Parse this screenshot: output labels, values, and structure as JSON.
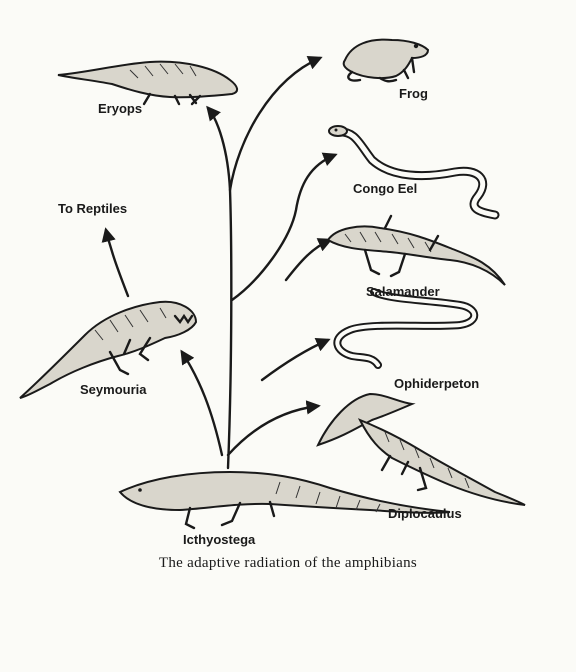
{
  "labels": {
    "eryops": "Eryops",
    "frog": "Frog",
    "congo_eel": "Congo Eel",
    "to_reptiles": "To Reptiles",
    "salamander": "Salamander",
    "seymouria": "Seymouria",
    "ophiderpeton": "Ophiderpeton",
    "diplocaulus": "Diplocaulus",
    "icthyostega": "Icthyostega"
  },
  "caption": "The adaptive radiation of the amphibians"
}
